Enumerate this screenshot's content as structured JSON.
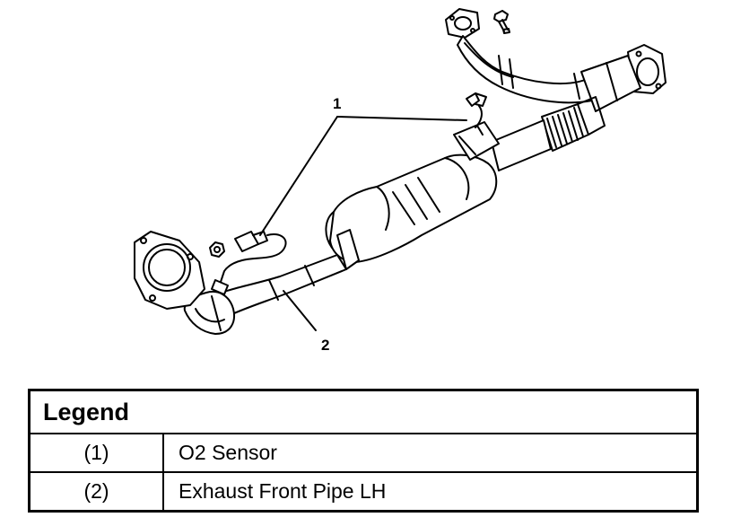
{
  "callouts": {
    "label_1": "1",
    "label_2": "2"
  },
  "legend": {
    "title": "Legend",
    "items": [
      {
        "number": "(1)",
        "description": "O2 Sensor"
      },
      {
        "number": "(2)",
        "description": "Exhaust Front Pipe LH"
      }
    ]
  }
}
